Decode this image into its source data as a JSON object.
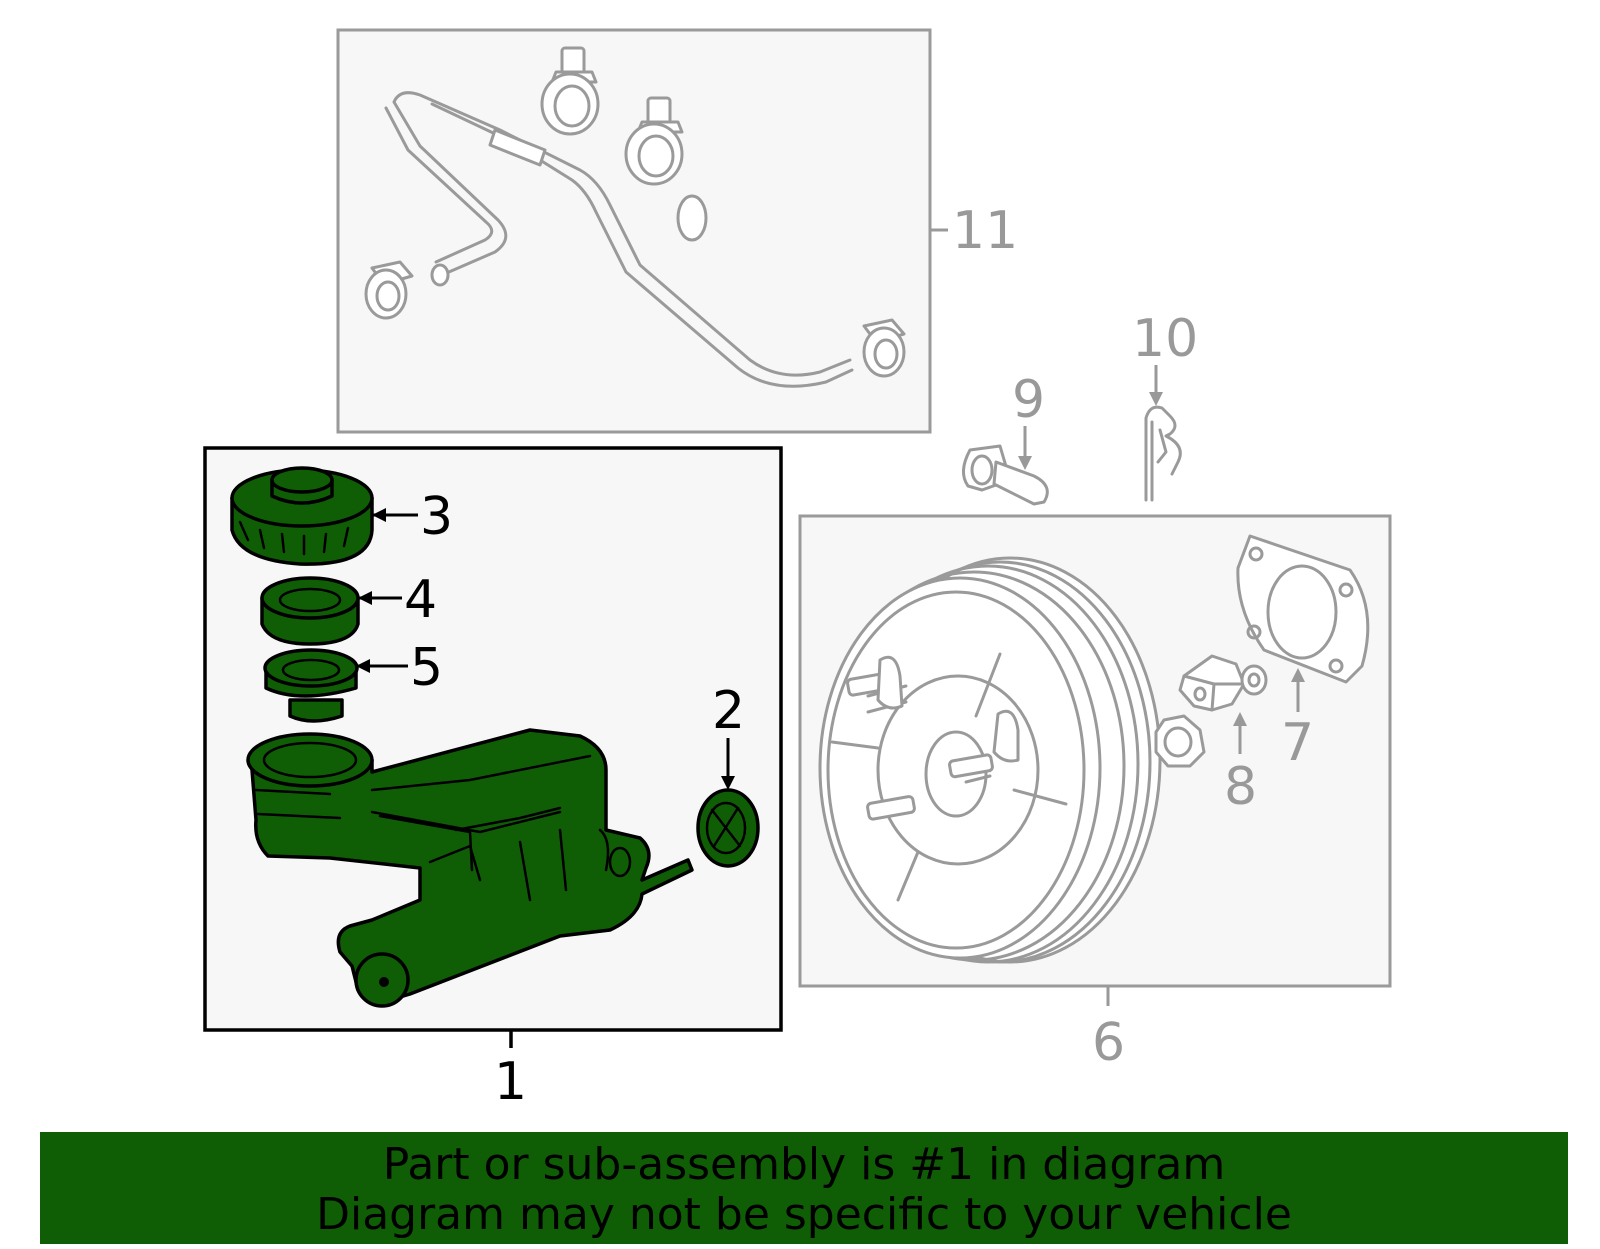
{
  "colors": {
    "highlight": "#0f5e06",
    "outline_gray": "#9a9a9a",
    "panel_bg": "#f7f7f7"
  },
  "callouts": {
    "n1": "1",
    "n2": "2",
    "n3": "3",
    "n4": "4",
    "n5": "5",
    "n6": "6",
    "n7": "7",
    "n8": "8",
    "n9": "9",
    "n10": "10",
    "n11": "11"
  },
  "banner": {
    "line1": "Part or sub-assembly is #1 in diagram",
    "line2": "Diagram may not be specific to your vehicle"
  }
}
